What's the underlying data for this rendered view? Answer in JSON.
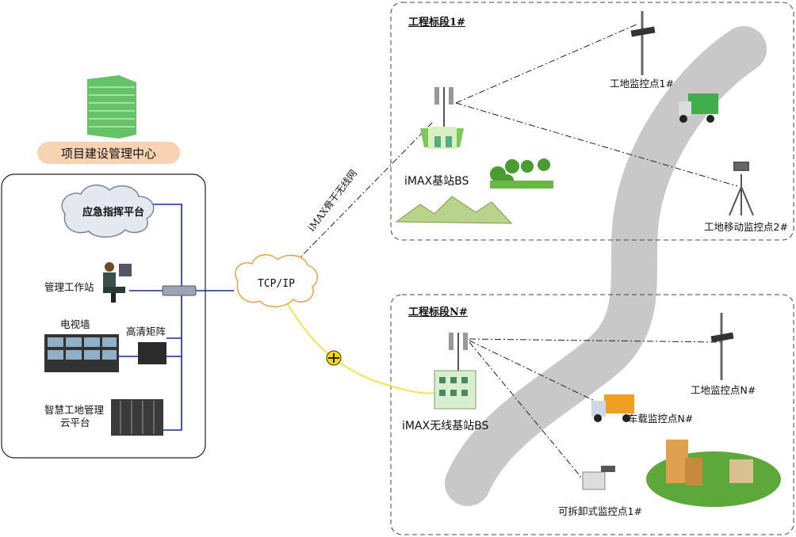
{
  "center_label": "项目建设管理中心",
  "command_platform": "应急指挥平台",
  "workstation": "管理工作站",
  "tv_wall": "电视墙",
  "hd_matrix": "高清矩阵",
  "cloud_platform": {
    "line1": "智慧工地管理",
    "line2": "云平台"
  },
  "tcp_ip": "TCP/IP",
  "wireless_link": "iMAX骨干无线网",
  "segment1": {
    "title": "工程标段1#",
    "base_station": "iMAX基站BS",
    "point1": "工地监控点1#",
    "point2": "工地移动监控点2#"
  },
  "segmentN": {
    "title": "工程标段N#",
    "base_station": "iMAX无线基站BS",
    "pointN": "工地监控点N#",
    "vehicle": "车载监控点N#",
    "removable": "可拆卸式监控点1#"
  },
  "colors": {
    "road": "#c8c8c8",
    "link_blue": "#1a2a8a",
    "fiber": "#f2e35a",
    "pill": "#f7d3b4",
    "building": "#5cbf5c",
    "truck_green": "#3fae49",
    "truck_orange": "#f0a020"
  }
}
